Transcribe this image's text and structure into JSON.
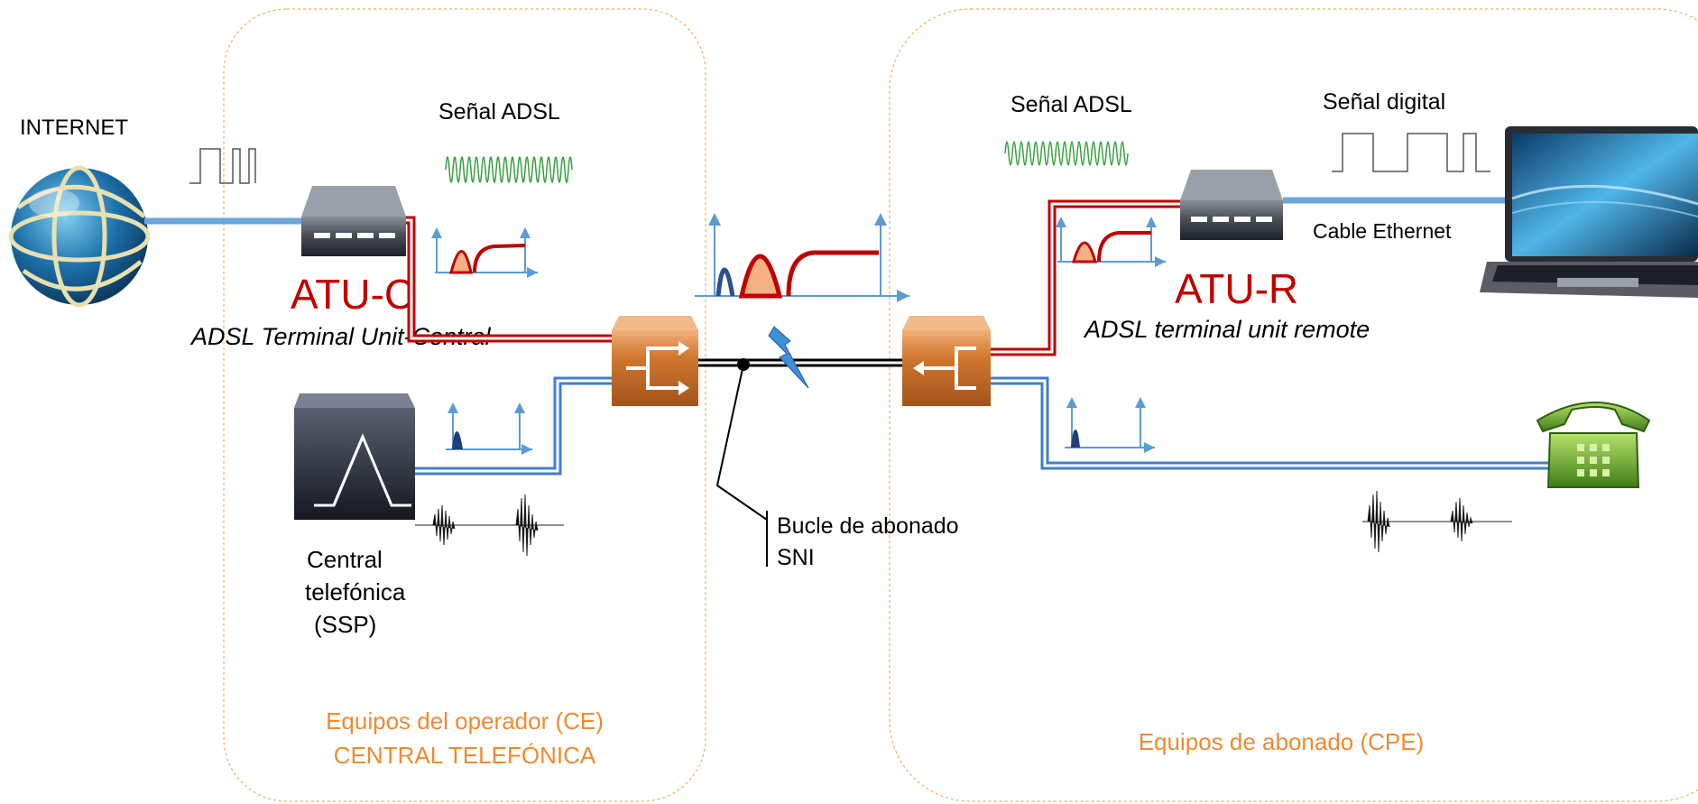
{
  "labels": {
    "internet": "INTERNET",
    "adsl_signal_left": "Señal ADSL",
    "adsl_signal_right": "Señal ADSL",
    "digital_signal": "Señal digital",
    "atu_c": "ATU-C",
    "atu_c_desc": "ADSL Terminal Unit-Central",
    "atu_r": "ATU-R",
    "atu_r_desc": "ADSL terminal unit remote",
    "cable_ethernet": "Cable Ethernet",
    "central_line1": "Central",
    "central_line2": "telefónica",
    "central_line3": "(SSP)",
    "loop_line1": "Bucle de abonado",
    "loop_line2": "SNI",
    "operator_line1": "Equipos del operador (CE)",
    "operator_line2": "CENTRAL TELEFÓNICA",
    "subscriber": "Equipos de abonado  (CPE)"
  },
  "colors": {
    "zone_border": "#f0b060",
    "zone_text": "#f08a30",
    "adsl_line": "#c00000",
    "voice_line": "#3f7fc8",
    "atu_label": "#c00000",
    "splitter": "#c86a28",
    "wave": "#3aa040"
  },
  "icons": [
    "globe-icon",
    "modem-icon",
    "splitter-icon",
    "switch-icon",
    "laptop-icon",
    "telephone-icon",
    "lightning-icon"
  ]
}
